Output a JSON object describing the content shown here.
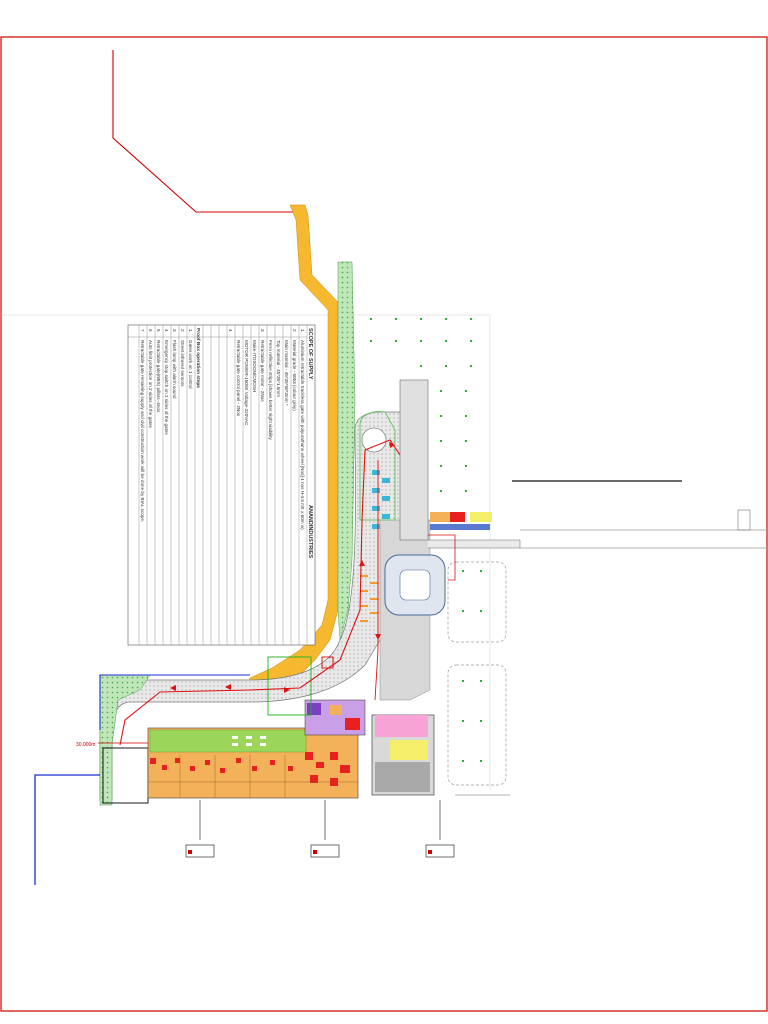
{
  "title_block": {
    "company": "ANANDINDUSTRIES",
    "scope_heading": "SCOPE OF SUPPLY",
    "scope_rows": [
      {
        "no": "1",
        "text": "Aluminium retractable trackless gate with polyurathane wheel [Nos]-1 nos H-4.5 mtr x 60m w)"
      },
      {
        "no": "2",
        "text": "Material grade - 6063 (colour grey)"
      },
      {
        "no": "",
        "text": "Main material - 45*35*50*3mm *"
      },
      {
        "no": "",
        "text": "Top material - 45*35*1.5mm"
      },
      {
        "no": "",
        "text": "Ferro reflective strips [shows better night visibility"
      },
      {
        "no": "3",
        "text": "Retractable gate motor - 2Nos"
      },
      {
        "no": "",
        "text": "Make-ITOSOON/CMOSH"
      },
      {
        "no": "",
        "text": "MOTOR POWER-150W/ Voltage-220VAC"
      },
      {
        "no": "",
        "text": "Retractable gate control panel - 2Nos"
      },
      {
        "no": "4",
        "text": ""
      }
    ],
    "operation_heading": "Proof Box operation steps",
    "operation_rows": [
      {
        "no": "1",
        "text": "Gates work on 1 control"
      },
      {
        "no": "2",
        "text": "Street infrared sensors"
      },
      {
        "no": "3",
        "text": "Flash lamp with alarm sound"
      },
      {
        "no": "4",
        "text": "Emergency stop switch on 2 sides of the gates"
      },
      {
        "no": "5",
        "text": "Retractable gate(NBS) pillars -4nos"
      },
      {
        "no": "6",
        "text": "Auto limit protection on 2 sides of the gates"
      },
      {
        "no": "7",
        "text": "Retractable gate remaining supply and civil construction work will be done by BIAL scope."
      }
    ]
  },
  "dimension_label": "30.000m",
  "colors": {
    "border": "#d00000",
    "path_red": "#e01010",
    "road_yellow": "#f5b82e",
    "grass_green": "#6cc56c",
    "boundary_blue": "#1a2fd0",
    "building_orange": "#f3b15a",
    "lawn_green": "#9bd65a",
    "zone_pink": "#f7a3d6",
    "zone_yellow": "#f4ef6a",
    "apron_grey": "#cfcfcf"
  }
}
